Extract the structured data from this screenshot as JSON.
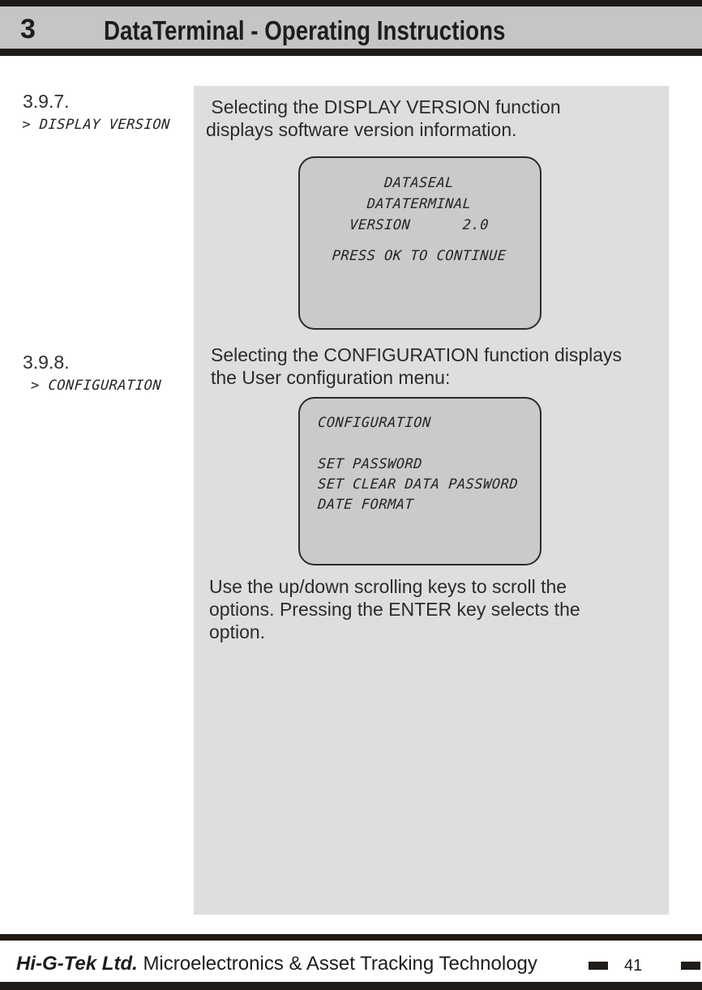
{
  "header": {
    "chapter_number": "3",
    "title": "DataTerminal - Operating Instructions"
  },
  "sections": [
    {
      "number": "3.9.7.",
      "menu_label": "> DISPLAY VERSION",
      "description": " Selecting the DISPLAY VERSION function\ndisplays software version information.",
      "lcd_screen": {
        "align": "center",
        "lines": [
          "DATASEAL",
          "DATATERMINAL",
          "VERSION      2.0",
          "",
          "PRESS OK TO CONTINUE"
        ]
      }
    },
    {
      "number": "3.9.8.",
      "menu_label": " > CONFIGURATION",
      "description": "Selecting the CONFIGURATION function displays\nthe User configuration menu:",
      "lcd_screen": {
        "align": "left",
        "lines": [
          "CONFIGURATION",
          "",
          "SET PASSWORD",
          "SET CLEAR DATA PASSWORD",
          "DATE FORMAT"
        ]
      },
      "note": "Use the up/down scrolling keys to scroll the\noptions. Pressing the ENTER key selects the\noption."
    }
  ],
  "footer": {
    "company": "Hi-G-Tek Ltd.",
    "tagline": "Microelectronics & Asset Tracking Technology",
    "page_number": "41"
  },
  "colors": {
    "header_band": "#c5c5c5",
    "panel_background": "#dedede",
    "lcd_screen_background": "#cacaca",
    "bar_black": "#201b17"
  }
}
